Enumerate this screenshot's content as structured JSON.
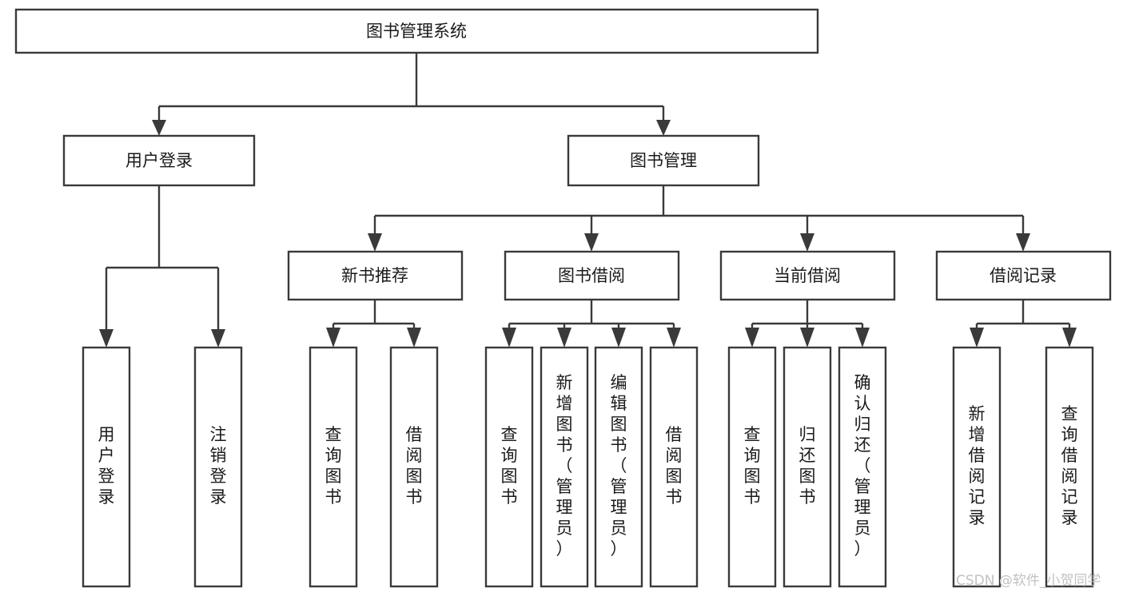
{
  "diagram": {
    "type": "tree-hierarchy",
    "title": "图书管理系统",
    "watermark": "CSDN @软件_小贺同学",
    "levels": [
      {
        "level": 0,
        "nodes": [
          {
            "id": "root",
            "label": "图书管理系统",
            "orientation": "horizontal"
          }
        ]
      },
      {
        "level": 1,
        "nodes": [
          {
            "id": "login",
            "label": "用户登录",
            "orientation": "horizontal",
            "parent": "root"
          },
          {
            "id": "bookmgmt",
            "label": "图书管理",
            "orientation": "horizontal",
            "parent": "root"
          }
        ]
      },
      {
        "level": 2,
        "nodes": [
          {
            "id": "newbook",
            "label": "新书推荐",
            "orientation": "horizontal",
            "parent": "bookmgmt"
          },
          {
            "id": "borrow",
            "label": "图书借阅",
            "orientation": "horizontal",
            "parent": "bookmgmt"
          },
          {
            "id": "current",
            "label": "当前借阅",
            "orientation": "horizontal",
            "parent": "bookmgmt"
          },
          {
            "id": "records",
            "label": "借阅记录",
            "orientation": "horizontal",
            "parent": "bookmgmt"
          }
        ]
      },
      {
        "level": 3,
        "nodes": [
          {
            "id": "leaf-user-login",
            "label": "用户登录",
            "orientation": "vertical",
            "parent": "login"
          },
          {
            "id": "leaf-user-logout",
            "label": "注销登录",
            "orientation": "vertical",
            "parent": "login"
          },
          {
            "id": "leaf-newbook-query",
            "label": "查询图书",
            "orientation": "vertical",
            "parent": "newbook"
          },
          {
            "id": "leaf-newbook-borrow",
            "label": "借阅图书",
            "orientation": "vertical",
            "parent": "newbook"
          },
          {
            "id": "leaf-borrow-query",
            "label": "查询图书",
            "orientation": "vertical",
            "parent": "borrow"
          },
          {
            "id": "leaf-borrow-add",
            "label": "新增图书（管理员）",
            "orientation": "vertical",
            "parent": "borrow"
          },
          {
            "id": "leaf-borrow-edit",
            "label": "编辑图书（管理员）",
            "orientation": "vertical",
            "parent": "borrow"
          },
          {
            "id": "leaf-borrow-lend",
            "label": "借阅图书",
            "orientation": "vertical",
            "parent": "borrow"
          },
          {
            "id": "leaf-current-query",
            "label": "查询图书",
            "orientation": "vertical",
            "parent": "current"
          },
          {
            "id": "leaf-current-return",
            "label": "归还图书",
            "orientation": "vertical",
            "parent": "current"
          },
          {
            "id": "leaf-current-confirm",
            "label": "确认归还（管理员）",
            "orientation": "vertical",
            "parent": "current"
          },
          {
            "id": "leaf-records-add",
            "label": "新增借阅记录",
            "orientation": "vertical",
            "parent": "records"
          },
          {
            "id": "leaf-records-query",
            "label": "查询借阅记录",
            "orientation": "vertical",
            "parent": "records"
          }
        ]
      }
    ],
    "colors": {
      "stroke": "#3a3a3a",
      "fill": "#ffffff",
      "text": "#1a1a1a",
      "watermark": "#c2c2c2"
    }
  }
}
